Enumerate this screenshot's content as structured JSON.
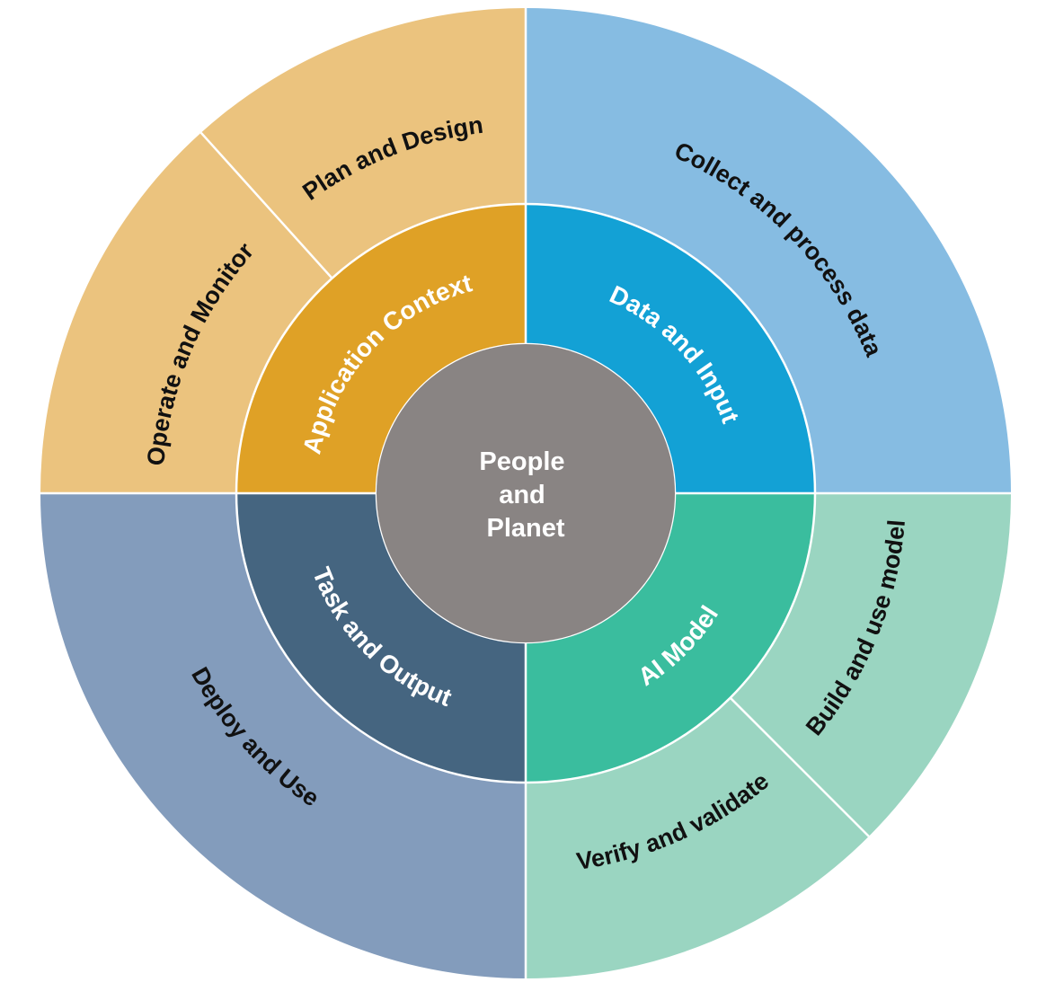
{
  "center": {
    "lines": [
      "People",
      "and",
      "Planet"
    ]
  },
  "colors": {
    "center": "#898483",
    "inner_application": "#DFA126",
    "inner_data": "#13A1D5",
    "inner_ai": "#3ABD9E",
    "inner_task": "#456580",
    "outer_application": "#EBC37E",
    "outer_data": "#86BCE2",
    "outer_ai": "#9AD5C1",
    "outer_task": "#839CBC"
  },
  "inner_ring": [
    {
      "label": "Application Context"
    },
    {
      "label": "Data and Input"
    },
    {
      "label": "AI Model"
    },
    {
      "label": "Task and Output"
    }
  ],
  "outer_ring": [
    {
      "label": "Plan and Design"
    },
    {
      "label": "Operate and Monitor"
    },
    {
      "label": "Collect and process data"
    },
    {
      "label": "Build and use model"
    },
    {
      "label": "Verify and validate"
    },
    {
      "label": "Deploy and Use"
    }
  ]
}
